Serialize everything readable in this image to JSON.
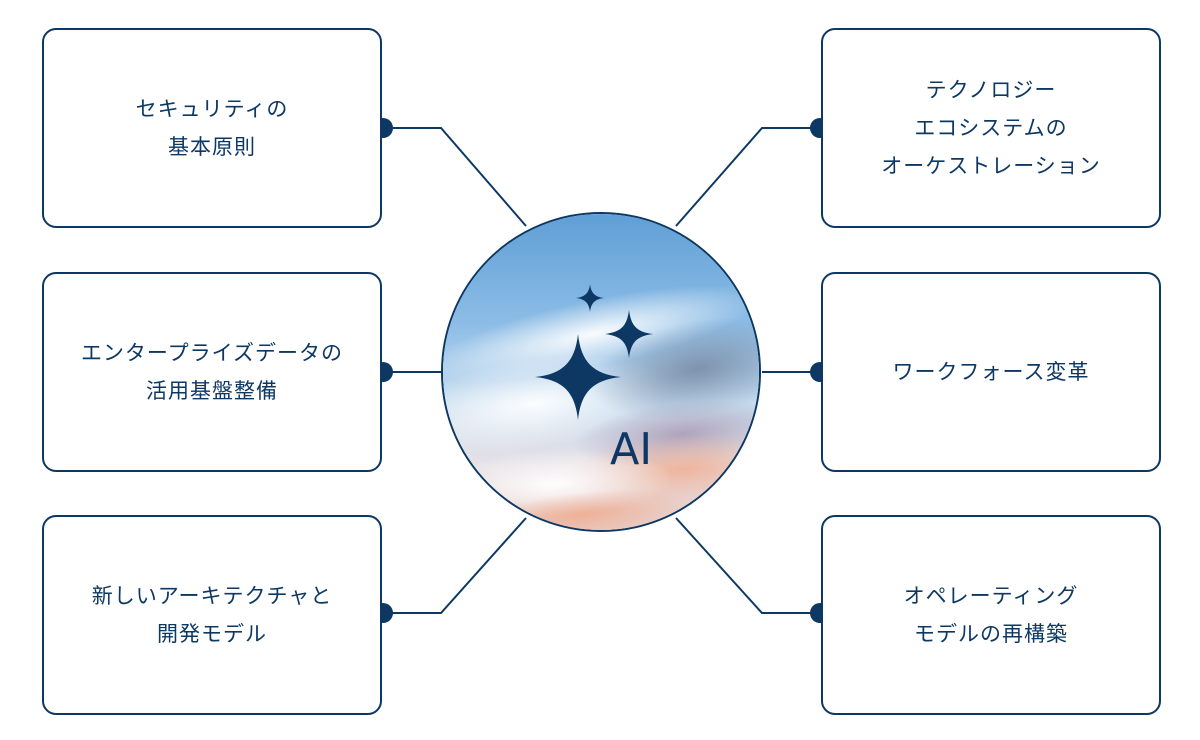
{
  "diagram": {
    "colors": {
      "stroke": "#0d3864",
      "text": "#0d3864",
      "box_fill": "#ffffff"
    },
    "hub": {
      "label": "AI",
      "icon": "sparkle-icon"
    },
    "left_items": [
      {
        "label": "セキュリティの\n基本原則"
      },
      {
        "label": "エンタープライズデータの\n活用基盤整備"
      },
      {
        "label": "新しいアーキテクチャと\n開発モデル"
      }
    ],
    "right_items": [
      {
        "label": "テクノロジー\nエコシステムの\nオーケストレーション"
      },
      {
        "label": "ワークフォース変革"
      },
      {
        "label": "オペレーティング\nモデルの再構築"
      }
    ]
  }
}
